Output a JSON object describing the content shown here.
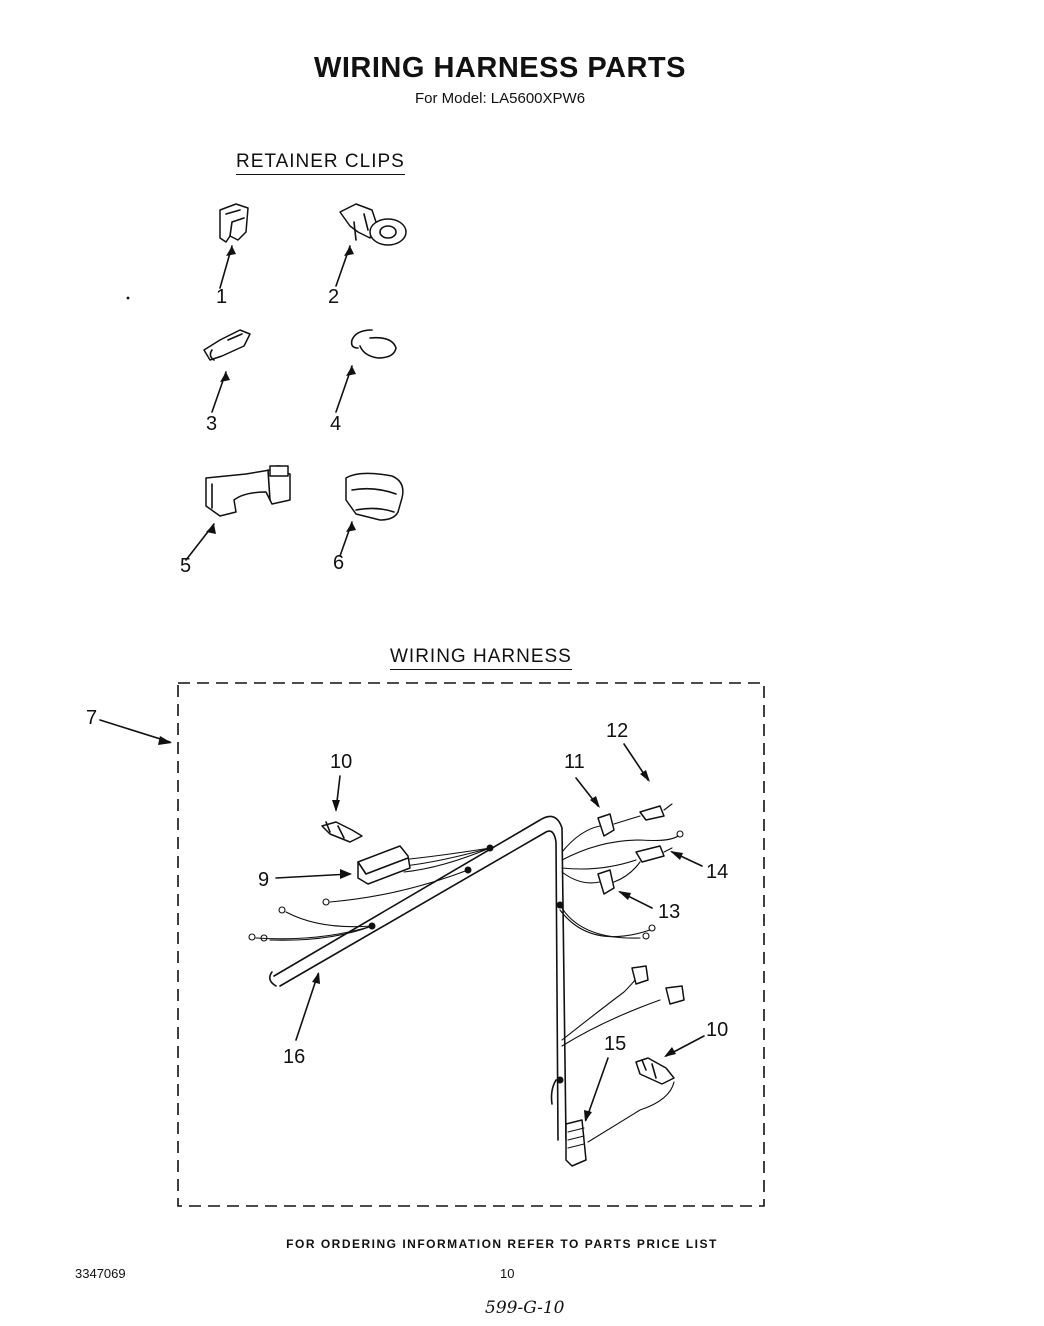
{
  "header": {
    "title": "WIRING HARNESS PARTS",
    "model_line": "For Model: LA5600XPW6"
  },
  "sections": {
    "retainer_clips": "RETAINER CLIPS",
    "wiring_harness": "WIRING HARNESS"
  },
  "callouts": {
    "c1": "1",
    "c2": "2",
    "c3": "3",
    "c4": "4",
    "c5": "5",
    "c6": "6",
    "c7": "7",
    "c9": "9",
    "c10a": "10",
    "c10b": "10",
    "c11": "11",
    "c12": "12",
    "c13": "13",
    "c14": "14",
    "c15": "15",
    "c16": "16"
  },
  "footer": {
    "note": "FOR ORDERING INFORMATION REFER TO PARTS PRICE LIST",
    "doc_number": "3347069",
    "page_number": "10",
    "handwritten_code": "599-G-10"
  }
}
